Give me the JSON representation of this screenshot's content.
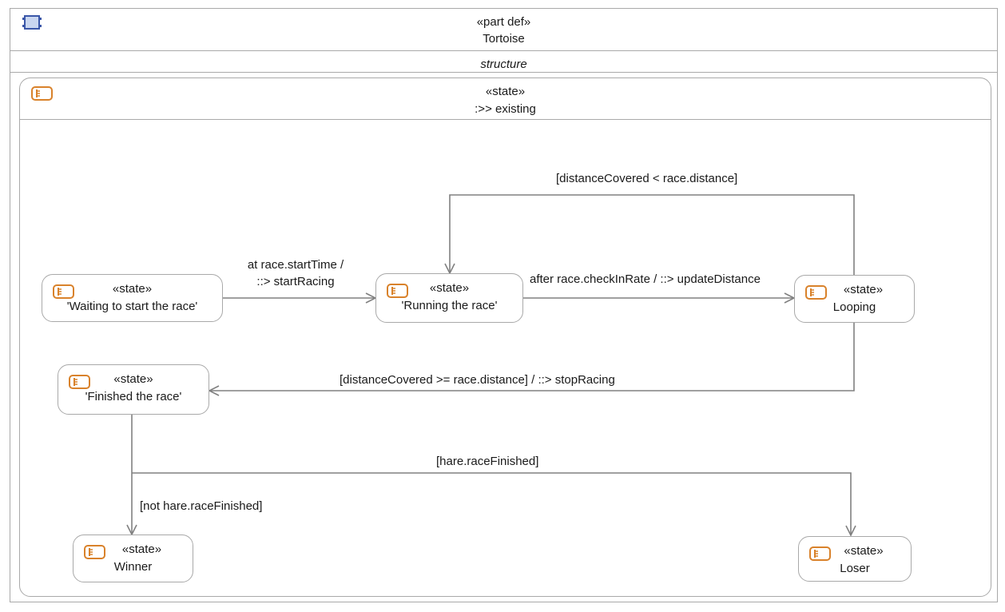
{
  "part": {
    "stereotype": "«part def»",
    "name": "Tortoise",
    "icon": "part-def-icon",
    "compartment_label": "structure"
  },
  "container_state": {
    "stereotype": "«state»",
    "name": ":>> existing",
    "icon": "state-icon"
  },
  "states": {
    "waiting": {
      "stereotype": "«state»",
      "name": "'Waiting to start the race'"
    },
    "running": {
      "stereotype": "«state»",
      "name": "'Running the race'"
    },
    "looping": {
      "stereotype": "«state»",
      "name": "Looping"
    },
    "finished": {
      "stereotype": "«state»",
      "name": "'Finished the race'"
    },
    "winner": {
      "stereotype": "«state»",
      "name": "Winner"
    },
    "loser": {
      "stereotype": "«state»",
      "name": "Loser"
    }
  },
  "transitions": {
    "waiting_to_running_line1": "at race.startTime /",
    "waiting_to_running_line2": "::> startRacing",
    "running_to_looping": "after race.checkInRate / ::> updateDistance",
    "looping_to_running": "[distanceCovered < race.distance]",
    "looping_to_finished": "[distanceCovered >= race.distance] / ::> stopRacing",
    "finished_to_loser": "[hare.raceFinished]",
    "finished_to_winner": "[not hare.raceFinished]"
  },
  "colors": {
    "part_icon": "#3a56a8",
    "state_icon": "#d9822b",
    "border": "#a9a9a9",
    "edge": "#808080"
  }
}
